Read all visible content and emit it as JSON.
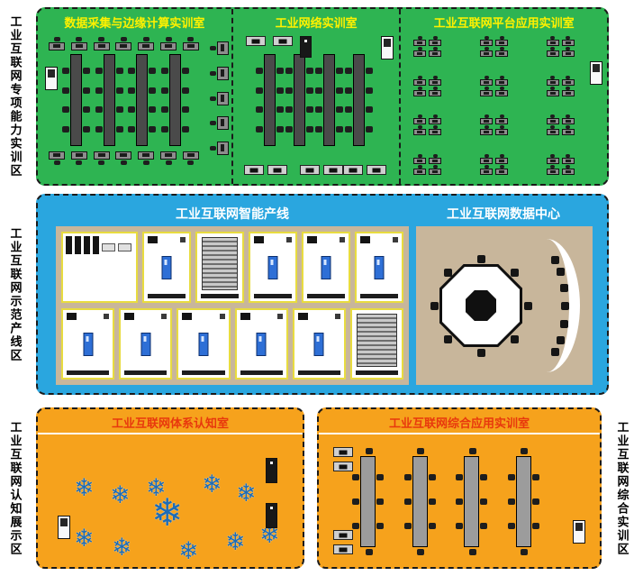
{
  "zones": {
    "top": {
      "side_label": "工业互联网专项能力实训区",
      "rooms": [
        {
          "title": "数据采集与边缘计算实训室"
        },
        {
          "title": "工业网络实训室"
        },
        {
          "title": "工业互联网平台应用实训室"
        }
      ]
    },
    "middle": {
      "side_label": "工业互联网示范产线区",
      "areas": [
        {
          "title": "工业互联网智能产线"
        },
        {
          "title": "工业互联网数据中心"
        }
      ]
    },
    "bottom": {
      "side_label_left": "工业互联网认知展示区",
      "side_label_right": "工业互联网综合实训区",
      "rooms": [
        {
          "title": "工业互联网体系认知室"
        },
        {
          "title": "工业互联网综合应用实训室"
        }
      ]
    }
  },
  "icons": {
    "snowflake_table": "❄"
  },
  "colors": {
    "zone_top_bg": "#2eb452",
    "zone_middle_bg": "#2aa6df",
    "zone_bottom_bg": "#f6a21c",
    "title_top": "#fff100",
    "title_middle": "#ffffff",
    "title_bottom": "#e8380d",
    "floor_tan": "#c8b69b",
    "cell_border": "#e8dc3f",
    "machine_blue": "#2e6fd6",
    "table_dark": "#4a4a4a",
    "table_gray": "#9c9c9c",
    "chair_black": "#1e1e1e",
    "snowflake_blue": "#1e6cb5"
  }
}
